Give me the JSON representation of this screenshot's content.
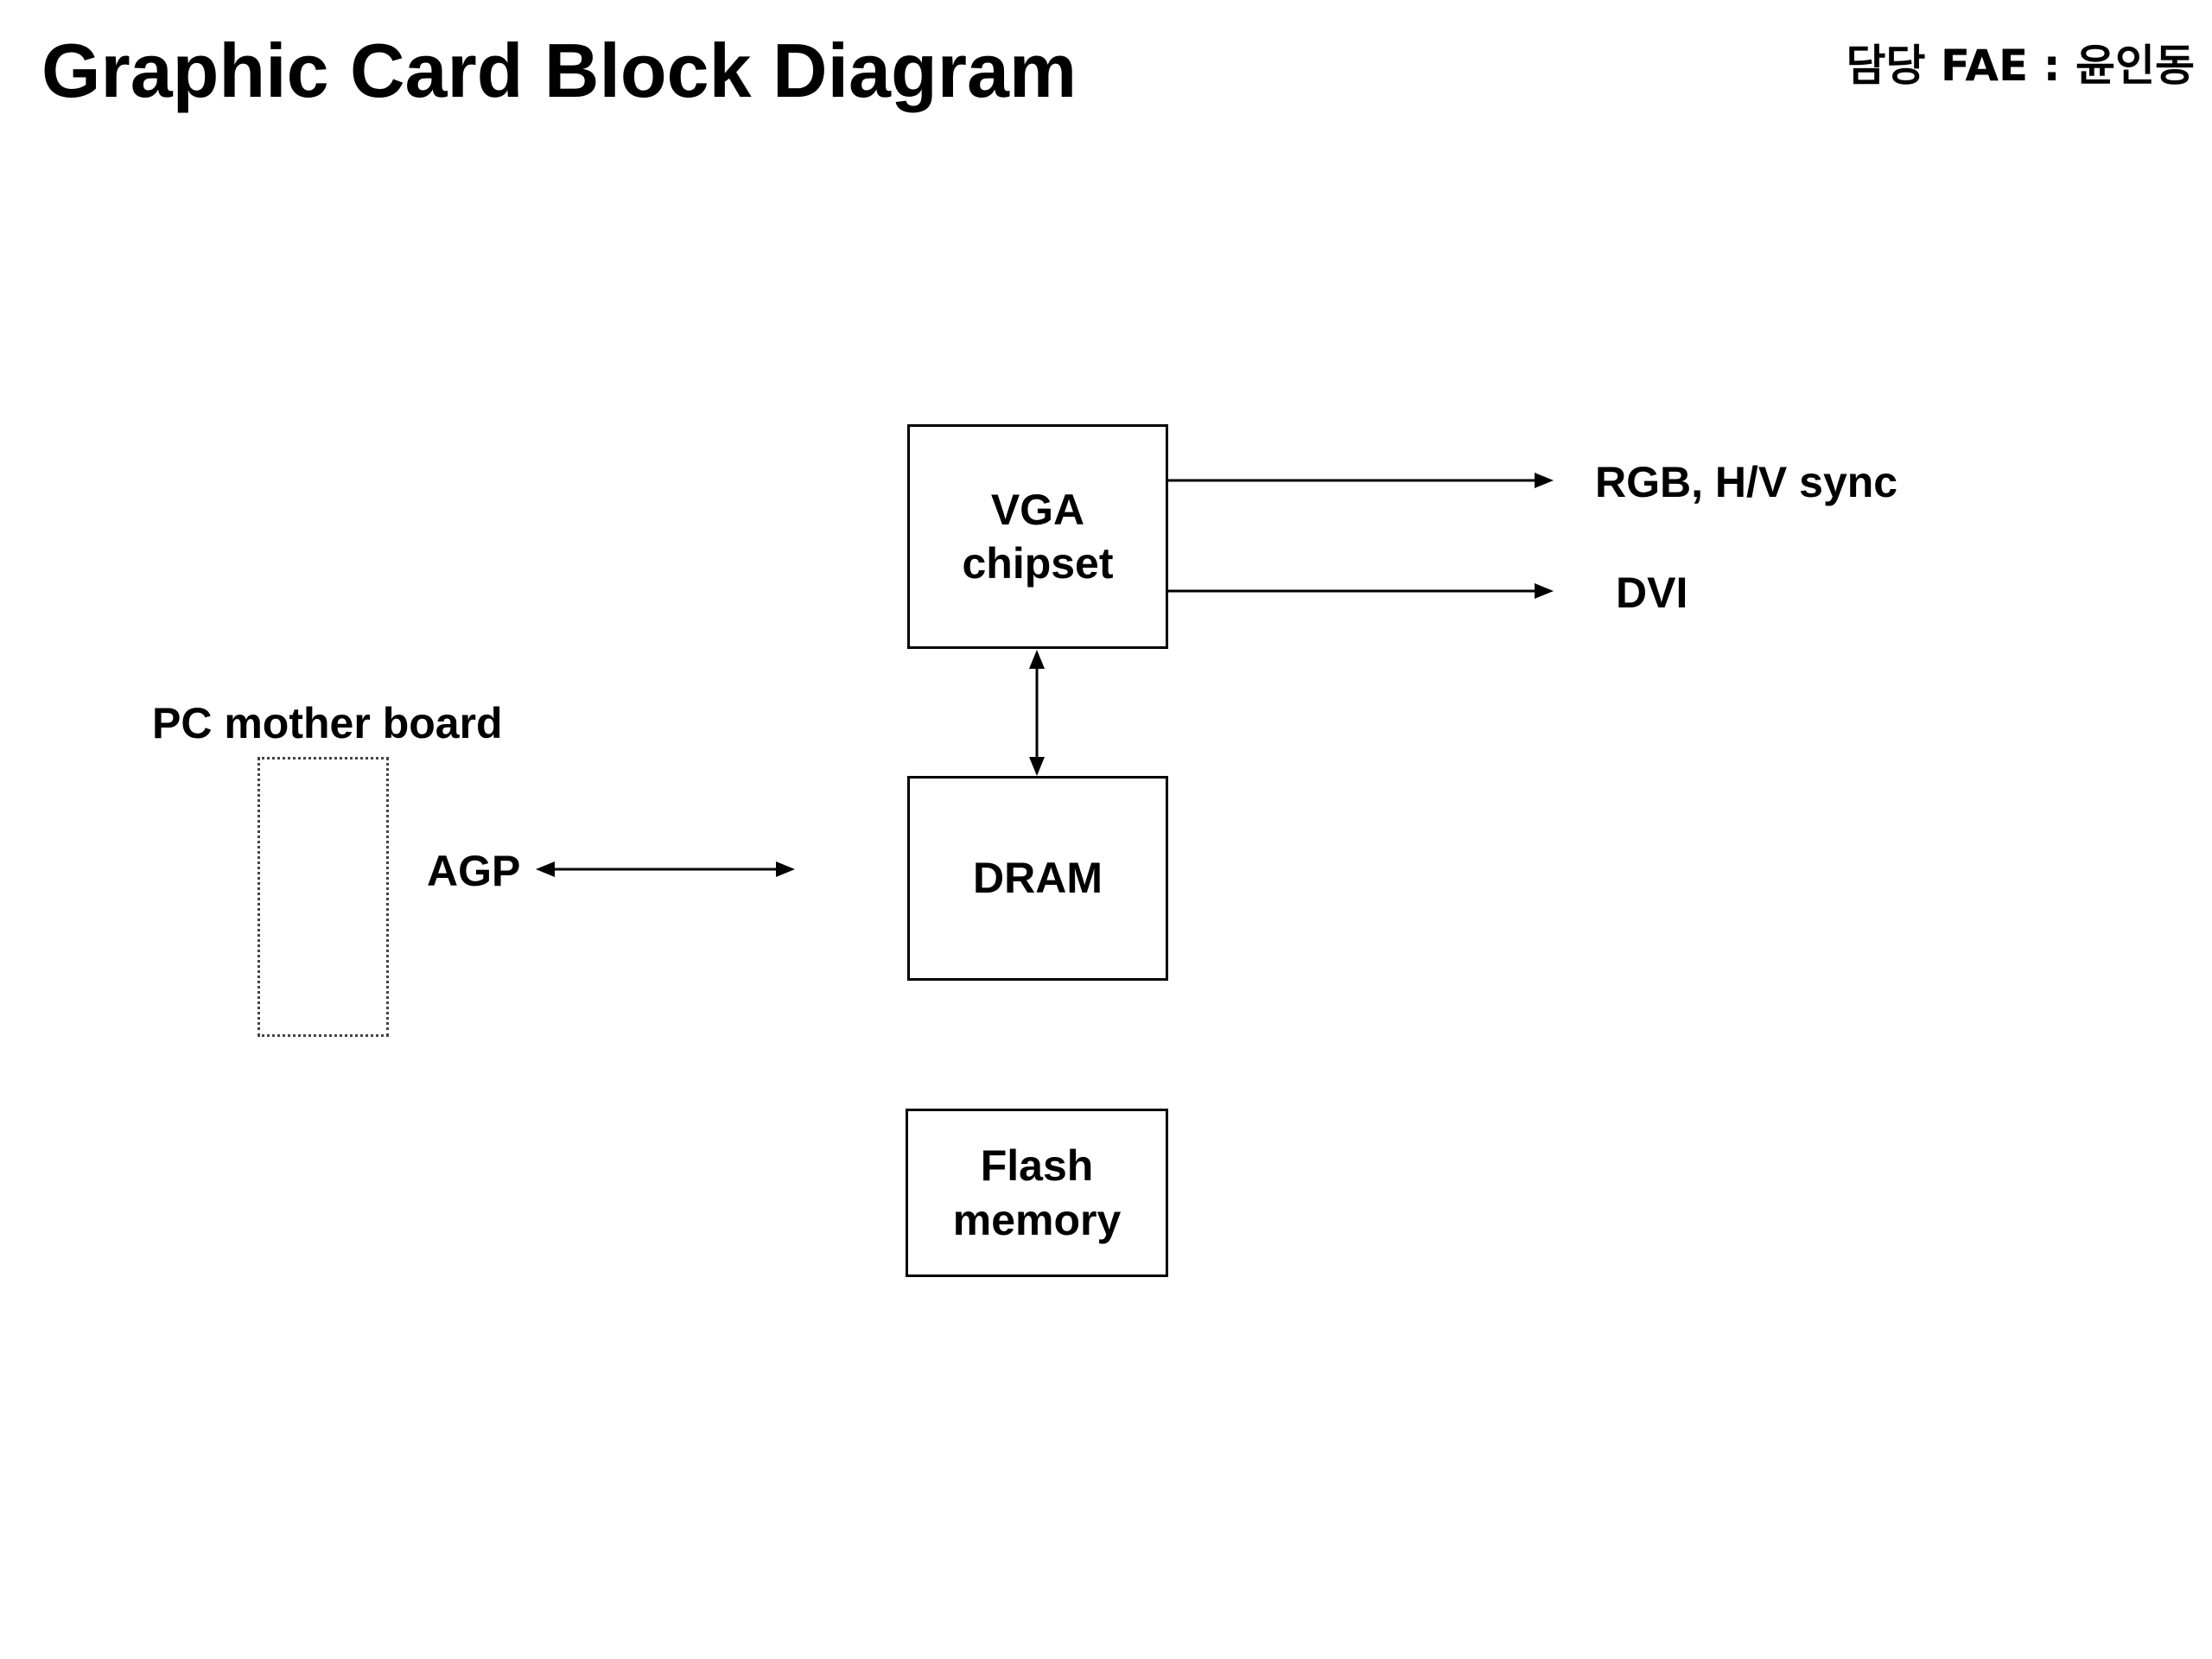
{
  "header": {
    "title": "Graphic Card Block Diagram",
    "owner": "담당 FAE : 윤인동"
  },
  "blocks": {
    "vga": {
      "line1": "VGA",
      "line2": "chipset"
    },
    "dram": {
      "label": "DRAM"
    },
    "flash": {
      "line1": "Flash",
      "line2": "memory"
    }
  },
  "labels": {
    "motherboard": "PC mother board",
    "agp": "AGP",
    "rgb": "RGB, H/V sync",
    "dvi": "DVI"
  }
}
